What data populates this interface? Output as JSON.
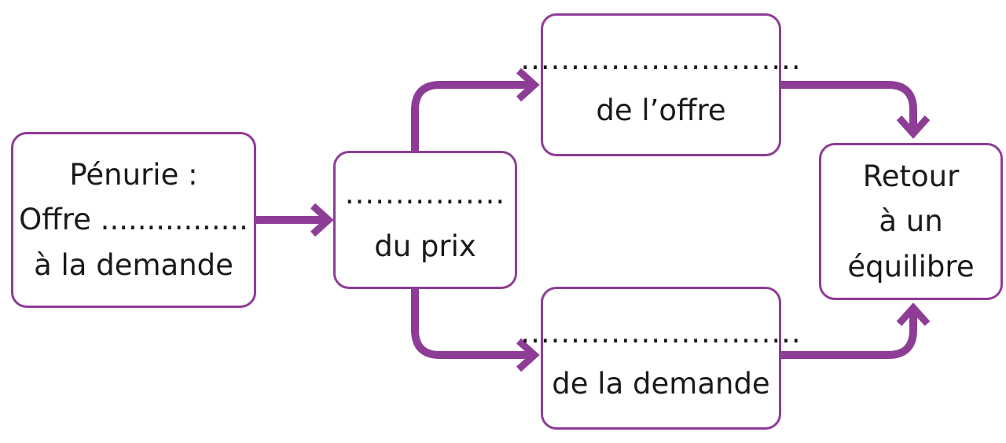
{
  "diagram": {
    "colors": {
      "accent": "#8e3d96",
      "text": "#1a1a1a"
    },
    "nodes": {
      "penurie": {
        "line1": "Pénurie :",
        "line2": "Offre ................",
        "line3": "à la demande"
      },
      "prix": {
        "blank": "................",
        "line2": "du prix"
      },
      "offre": {
        "blank": "............................",
        "line2": "de l’offre"
      },
      "demande": {
        "blank": "............................",
        "line2": "de la demande"
      },
      "retour": {
        "line1": "Retour",
        "line2": "à un",
        "line3": "équilibre"
      }
    }
  }
}
